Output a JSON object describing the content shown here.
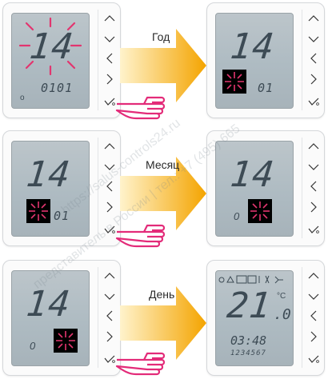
{
  "colors": {
    "flash": "#e2356f",
    "lcd": "#b2bec5",
    "digits": "#3d4b55",
    "hand": "#e32b79",
    "arrow_start": "#fff3cc",
    "arrow_end": "#f4a400"
  },
  "steps": [
    {
      "label": "Год"
    },
    {
      "label": "Месяц"
    },
    {
      "label": "День"
    }
  ],
  "displays": {
    "r1_left": {
      "main": "14",
      "date": "0101"
    },
    "r1_right": {
      "main": "14",
      "date": "01"
    },
    "r2_left": {
      "main": "14",
      "date": "01"
    },
    "r2_right": {
      "main": "14",
      "zero": "0"
    },
    "r3_left": {
      "main": "14",
      "zero": "0"
    },
    "r3_right": {
      "temp": "21",
      "temp_dec": ".0",
      "unit": "°C",
      "time": "03:48",
      "days": "1234567"
    }
  },
  "buttons": [
    "chevron-up-icon",
    "chevron-down-icon",
    "chevron-left-icon",
    "chevron-right-icon",
    "check-icon"
  ],
  "watermarks": {
    "a": "https://salus-controls24.ru",
    "b": "представитель в России | тел.: +7 (495) 665"
  }
}
